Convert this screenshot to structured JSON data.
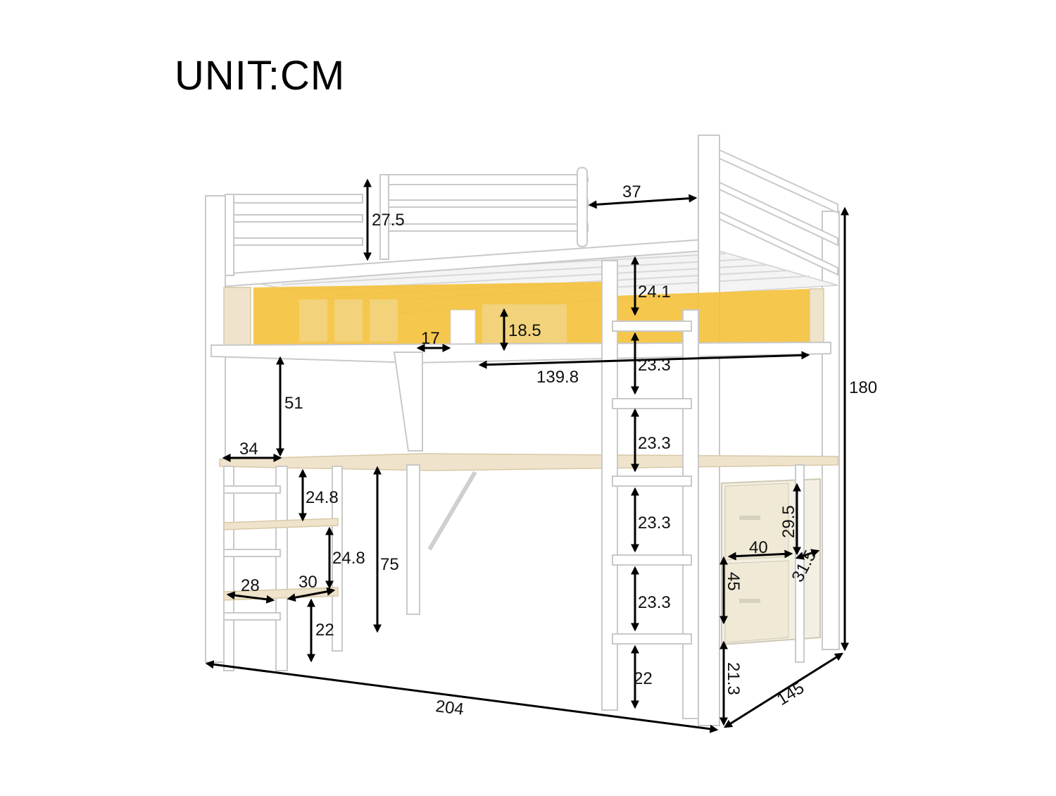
{
  "title": "UNIT:CM",
  "colors": {
    "frame": "#ffffff",
    "frame_edge": "#c9c9c9",
    "wood": "#efe3cb",
    "led": "#f5c13a",
    "dimension": "#000000"
  },
  "dimensions": {
    "rail_height": "27.5",
    "rail_opening": "37",
    "total_height": "180",
    "shelf_to_deck": "24.1",
    "cubby_height": "18.5",
    "cubby_width": "17",
    "shelf_length": "139.8",
    "ladder_step_1": "23.3",
    "ladder_step_2": "23.3",
    "ladder_step_3": "23.3",
    "ladder_step_4": "23.3",
    "ladder_bottom": "22",
    "under_shelf_clearance": "51",
    "desk_depth": "34",
    "shelf_gap_1": "24.8",
    "shelf_gap_2": "24.8",
    "desk_height": "75",
    "lower_shelf_depth": "28",
    "lower_shelf_width": "30",
    "bottom_clearance": "22",
    "drawer_height": "29.5",
    "drawer_width": "40",
    "drawer_depth": "31.5",
    "drawer_unit_height": "45",
    "drawer_floor_clearance": "21.3",
    "total_length": "204",
    "total_width": "145"
  }
}
